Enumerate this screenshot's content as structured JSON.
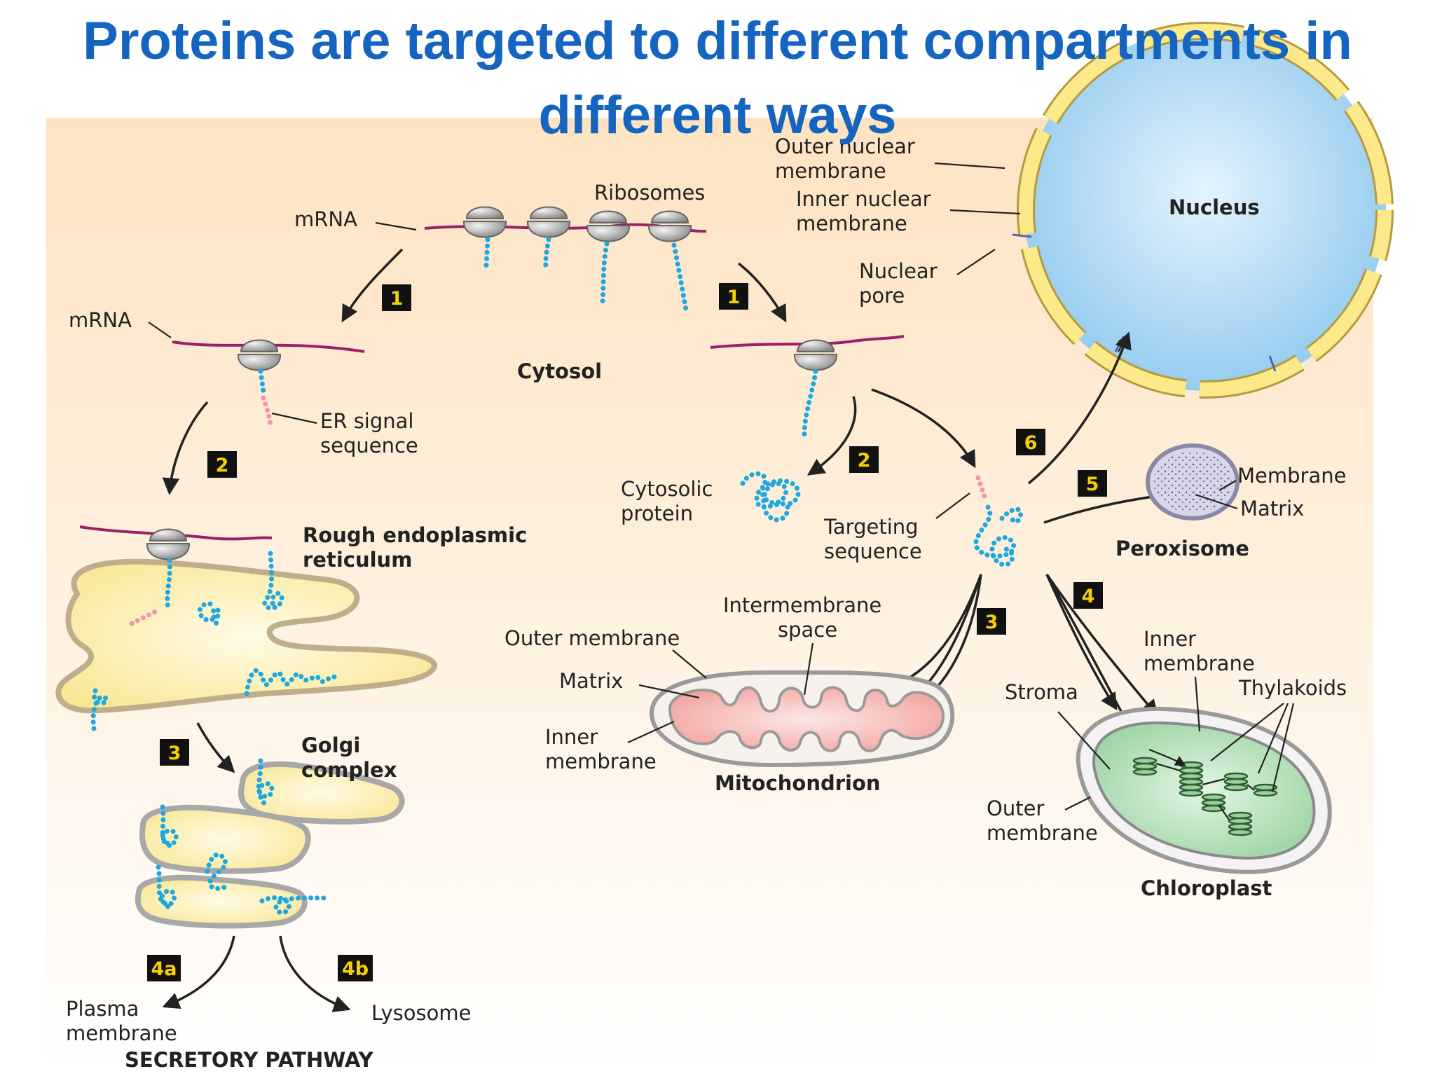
{
  "title": "Proteins are targeted to different  compartments in different ways",
  "labels": {
    "ribosomes": "Ribosomes",
    "mrna_top": "mRNA",
    "mrna_left": "mRNA",
    "cytosol": "Cytosol",
    "er_signal": [
      "ER signal",
      "sequence"
    ],
    "rough_er": [
      "Rough endoplasmic",
      "reticulum"
    ],
    "golgi": [
      "Golgi",
      "complex"
    ],
    "plasma_membrane": [
      "Plasma",
      "membrane"
    ],
    "lysosome": "Lysosome",
    "secretory_pathway": "SECRETORY PATHWAY",
    "outer_nuclear_membrane": [
      "Outer nuclear",
      "membrane"
    ],
    "inner_nuclear_membrane": [
      "Inner nuclear",
      "membrane"
    ],
    "nuclear_pore": [
      "Nuclear",
      "pore"
    ],
    "nucleus": "Nucleus",
    "cytosolic_protein": [
      "Cytosolic",
      "protein"
    ],
    "targeting_sequence": [
      "Targeting",
      "sequence"
    ],
    "peroxisome_membrane": "Membrane",
    "peroxisome_matrix": "Matrix",
    "peroxisome": "Peroxisome",
    "intermembrane_space": [
      "Intermembrane",
      "space"
    ],
    "mito_outer_membrane": "Outer membrane",
    "mito_matrix": "Matrix",
    "mito_inner_membrane": [
      "Inner",
      "membrane"
    ],
    "mitochondrion": "Mitochondrion",
    "chloro_inner_membrane": [
      "Inner",
      "membrane"
    ],
    "thylakoids": "Thylakoids",
    "stroma": "Stroma",
    "chloro_outer_membrane": [
      "Outer",
      "membrane"
    ],
    "chloroplast": "Chloroplast"
  },
  "steps": {
    "s1_left": "1",
    "s1_right": "1",
    "s2_left": "2",
    "s2_right": "2",
    "s3_left": "3",
    "s3_right": "3",
    "s4": "4",
    "s4a": "4a",
    "s4b": "4b",
    "s5": "5",
    "s6": "6"
  },
  "colors": {
    "title": "#1565c0",
    "background_top": "#fde4c4",
    "background_bottom": "#ffffff",
    "mrna": "#9c1f6a",
    "polypeptide": "#1ea8df",
    "signal_sequence": "#f095b0",
    "er_golgi_fill": "#fbee9e",
    "nucleus_fill": "#b9ddf6",
    "mitochondrion_fill": "#f6b3b0",
    "chloroplast_fill": "#a8dbb0",
    "step_box": "#111111",
    "step_text": "#f5d000"
  }
}
